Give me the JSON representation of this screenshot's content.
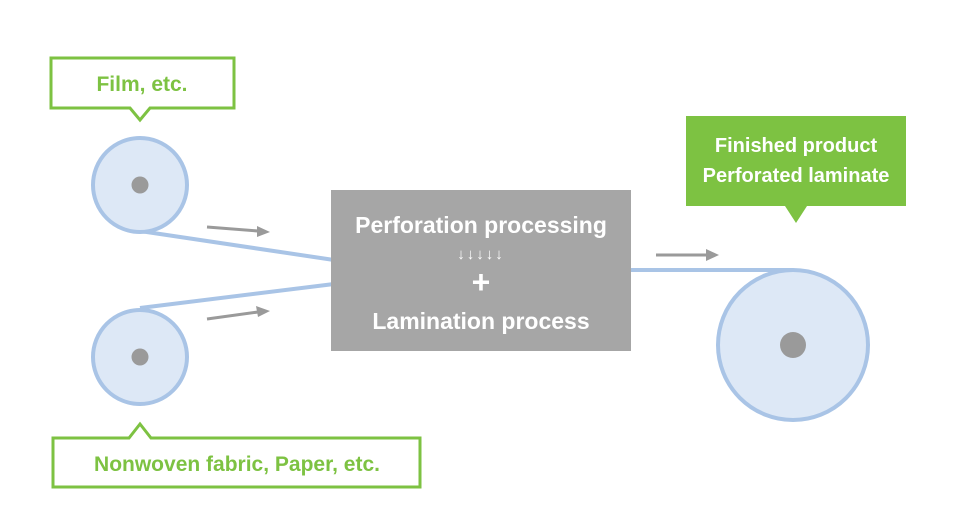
{
  "labels": {
    "input_top": "Film, etc.",
    "input_bottom": "Nonwoven fabric, Paper, etc.",
    "output_line1": "Finished product",
    "output_line2": "Perforated laminate"
  },
  "process": {
    "line1": "Perforation processing",
    "arrows": "↓↓↓↓↓",
    "plus": "+",
    "line2": "Lamination process"
  },
  "colors": {
    "accent_green": "#7dc242",
    "roll_fill": "#dde8f6",
    "roll_stroke": "#a9c4e6",
    "web_line": "#a9c4e6",
    "core": "#9a9a9a",
    "process_box": "#a6a6a6",
    "arrow": "#9a9a9a"
  },
  "icons": {
    "direction_arrow": "arrow-right-icon",
    "roll_core": "roll-core-icon"
  }
}
